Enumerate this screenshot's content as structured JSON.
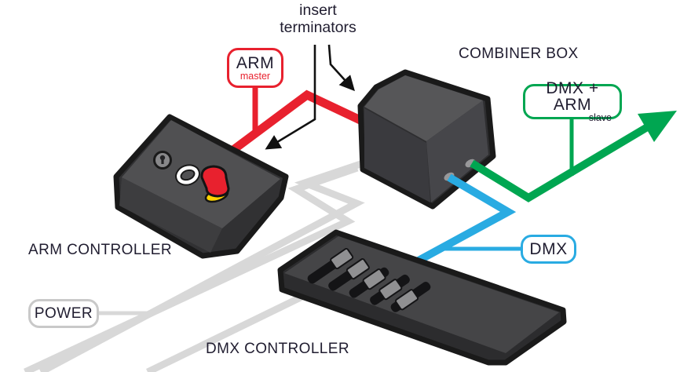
{
  "colors": {
    "red": "#e8212e",
    "green": "#00a651",
    "blue": "#29abe2",
    "cable": "#d8d8d8",
    "labelgray": "#c9c9c9",
    "text": "#201d30"
  },
  "annotations": {
    "insert_terminators": {
      "line1": "insert",
      "line2": "terminators"
    },
    "arm_label": {
      "title": "ARM",
      "subtitle": "master"
    },
    "dmx_arm_label": {
      "title": "DMX + ARM",
      "subtitle": "slave"
    },
    "dmx_label": {
      "title": "DMX"
    },
    "power_label": {
      "title": "POWER"
    }
  },
  "captions": {
    "combiner_box": "COMBINER BOX",
    "arm_controller": "ARM CONTROLLER",
    "dmx_controller": "DMX CONTROLLER"
  }
}
